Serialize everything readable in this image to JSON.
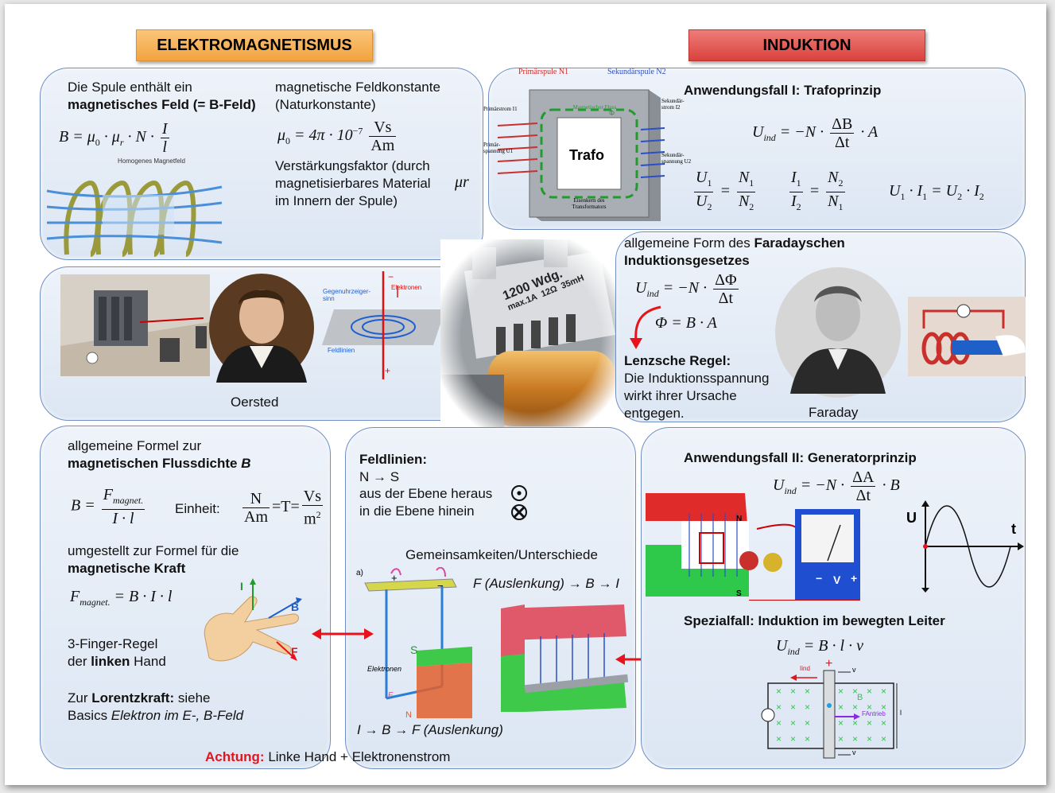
{
  "headers": {
    "left": "ELEKTROMAGNETISMUS",
    "right": "INDUKTION"
  },
  "coil": {
    "intro_line1": "Die Spule enthält ein",
    "intro_bold": "magnetisches Feld (= B-Feld)",
    "formula": "B = μ0 · μr · N · I / l",
    "image_caption": "Homogenes Magnetfeld",
    "const_line1": "magnetische Feldkonstante",
    "const_line2": "(Naturkonstante)",
    "mu0_formula": "μ0 = 4π · 10^−7 Vs/Am",
    "amp_line1": "Verstärkungsfaktor (durch",
    "amp_line2": "magnetisierbares Material",
    "amp_line3": "im Innern der Spule)",
    "mur_symbol": "μr"
  },
  "oersted": {
    "caption": "Oersted",
    "diag_counter": "Gegenuhrzeiger-",
    "diag_counter2": "sinn",
    "diag_electrons": "Elektronen",
    "diag_fieldlines": "Feldlinien",
    "diag_minus": "−",
    "diag_plus": "+"
  },
  "coil_photo": {
    "line1": "1200 Wdg.",
    "line2": "max.1A",
    "line3": "12Ω",
    "line4": "35mH"
  },
  "trafo": {
    "title": "Anwendungsfall I: Trafoprinzip",
    "label": "Trafo",
    "primary": "Primärspule N1",
    "secondary": "Sekundärspule N2",
    "primary_current": "Primärstrom I1",
    "primary_voltage": "Primär-spannung U1",
    "secondary_current": "Sekundär-strom I2",
    "secondary_voltage": "Sekundär-spannung U2",
    "flux": "Magnetischer Fluss",
    "phi": "Φ",
    "core": "Eisenkern des Transformators",
    "formula_main": "Uind = −N · ΔB/Δt · A",
    "ratio_u": "U1/U2 = N1/N2",
    "ratio_i": "I1/I2 = N2/N1",
    "power": "U1 · I1 = U2 · I2"
  },
  "faraday": {
    "line1": "allgemeine Form des ",
    "line1_bold": "Faradayschen",
    "line2_bold": "Induktionsgesetzes",
    "formula": "Uind = −N · ΔΦ/Δt",
    "phi_formula": "Φ = B · A",
    "lenz_title": "Lenzsche Regel:",
    "lenz1": "Die Induktionsspannung",
    "lenz2": "wirkt ihrer Ursache",
    "lenz3": "entgegen.",
    "caption": "Faraday"
  },
  "flux_density": {
    "line1": "allgemeine Formel zur",
    "line2_bold": "magnetischen Flussdichte ",
    "line2_ital": "B",
    "formula": "B = Fmagnet. / I · l",
    "unit_label": "Einheit:",
    "unit_formula": "N/Am = T = Vs/m²",
    "reform1": "umgestellt zur Formel für die",
    "reform2_bold": "magnetische Kraft",
    "force_formula": "Fmagnet. = B · I · l",
    "rule1": "3-Finger-Regel",
    "rule2_pre": "der ",
    "rule2_bold": "linken",
    "rule2_post": " Hand",
    "lorentz_pre": "Zur ",
    "lorentz_bold": "Lorentzkraft:",
    "lorentz_post": " siehe",
    "basics_pre": "Basics ",
    "basics_ital": "Elektron im E-, B-Feld",
    "hand_i": "I",
    "hand_b": "B",
    "hand_f": "F"
  },
  "fieldlines": {
    "title": "Feldlinien:",
    "ns": "N → S",
    "out": "aus der Ebene heraus",
    "in": "in die Ebene hinein",
    "similar": "Gemeinsamkeiten/Unterschiede",
    "f_chain": "F (Auslenkung) → B → I",
    "i_chain": "I → B → F (Auslenkung)",
    "diag_a": "a)",
    "diag_electrons": "Elektronen",
    "diag_s": "S",
    "diag_n": "N",
    "diag_f": "F",
    "diag_plus": "+",
    "diag_minus": "−"
  },
  "warning": {
    "bold": "Achtung:",
    "text": " Linke Hand + Elektronenstrom"
  },
  "generator": {
    "title": "Anwendungsfall II: Generatorprinzip",
    "formula": "Uind = −N · ΔA/Δt · B",
    "axis_u": "U",
    "axis_t": "t",
    "magnet_n": "N",
    "magnet_s": "S",
    "meter_v": "V",
    "meter_minus": "−",
    "meter_plus": "+",
    "special_title": "Spezialfall: Induktion im bewegten Leiter",
    "special_formula": "Uind = B · l · v",
    "diag_iind": "Iind",
    "diag_b": "B",
    "diag_fantrieb": "FAntrieb",
    "diag_v": "v",
    "diag_l": "l"
  },
  "colors": {
    "header_left": "#f7b04b",
    "header_right": "#e5605c",
    "accent_red": "#e8121b",
    "panel_border": "#6f8fc4"
  }
}
